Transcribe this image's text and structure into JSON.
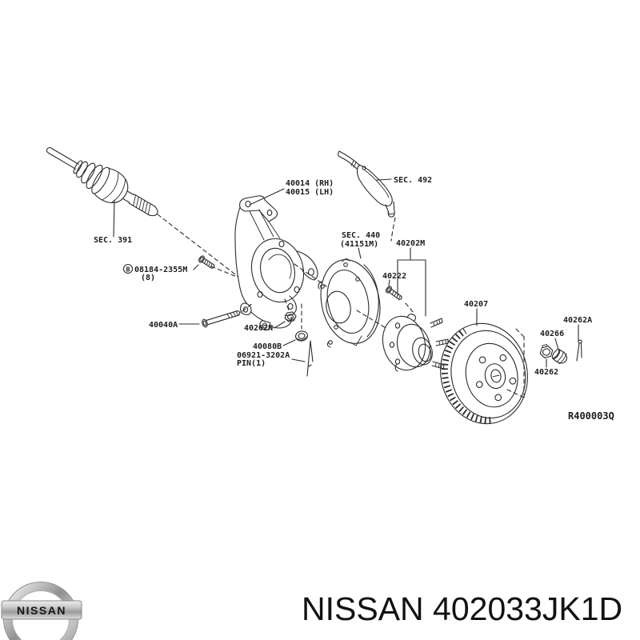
{
  "diagram": {
    "ref_code": "R400003Q",
    "labels": {
      "axle_section": "SEC. 391",
      "knuckle_rh": "40014 (RH)",
      "knuckle_lh": "40015 (LH)",
      "tie_rod_section": "SEC. 492",
      "baffle_section_line1": "SEC. 440",
      "baffle_section_line2": "(41151M)",
      "hub_assembly": "40202M",
      "hub_bolt": "40222",
      "rotor": "40207",
      "cotter_pin": "40262A",
      "adjusting_cap": "40266",
      "spindle_nut": "40262",
      "knuckle_bolt": "40040A",
      "lock_nut": "40262N",
      "washer": "40080B",
      "pin_part_number": "06921-3202A",
      "pin_qty": "PIN(1)",
      "std_bolt_prefix": "B",
      "std_bolt": "08184-2355M",
      "std_bolt_qty": "(8)"
    }
  },
  "footer": {
    "brand_badge": "NISSAN",
    "caption": "NISSAN 402033JK1D"
  }
}
